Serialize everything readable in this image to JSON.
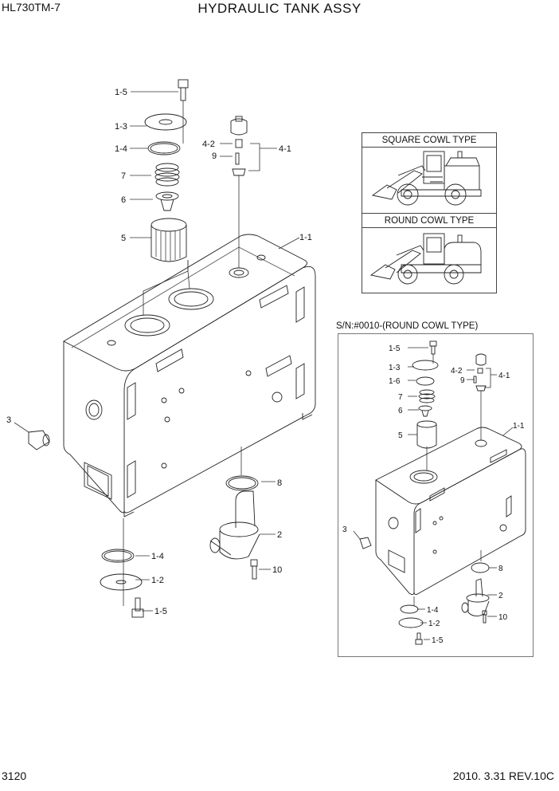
{
  "header": {
    "model": "HL730TM-7",
    "title": "HYDRAULIC TANK ASSY"
  },
  "footer": {
    "page_number": "3120",
    "revision": "2010. 3.31  REV.10C"
  },
  "cowl_types": {
    "square": "SQUARE COWL TYPE",
    "round": "ROUND COWL TYPE"
  },
  "inset": {
    "serial_note": "S/N:#0010-(ROUND COWL TYPE)"
  },
  "main_labels": {
    "l_1_5_top": "1-5",
    "l_1_3": "1-3",
    "l_1_4_top": "1-4",
    "l_7": "7",
    "l_6": "6",
    "l_5": "5",
    "l_4_2": "4-2",
    "l_9": "9",
    "l_4_1": "4-1",
    "l_1_1": "1-1",
    "l_3": "3",
    "l_8": "8",
    "l_2": "2",
    "l_10": "10",
    "l_1_4_bot": "1-4",
    "l_1_2": "1-2",
    "l_1_5_bot": "1-5"
  },
  "inset_labels": {
    "l_1_5_top": "1-5",
    "l_1_3": "1-3",
    "l_1_6": "1-6",
    "l_7": "7",
    "l_6": "6",
    "l_5": "5",
    "l_4_2": "4-2",
    "l_9": "9",
    "l_4_1": "4-1",
    "l_1_1": "1-1",
    "l_3": "3",
    "l_8": "8",
    "l_2": "2",
    "l_10": "10",
    "l_1_4": "1-4",
    "l_1_2": "1-2",
    "l_1_5_bot": "1-5"
  }
}
